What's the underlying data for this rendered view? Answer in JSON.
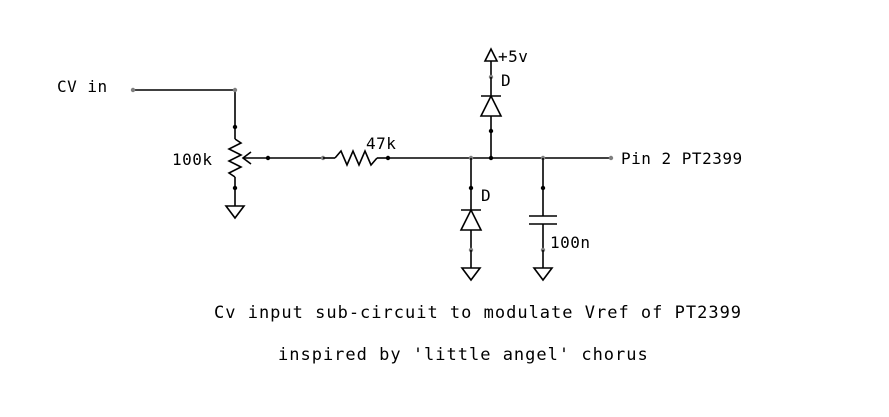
{
  "labels": {
    "cv_in": "CV in",
    "pot": "100k",
    "resistor": "47k",
    "supply": "+5v",
    "diode_top": "D",
    "diode_bottom": "D",
    "capacitor": "100n",
    "output": "Pin 2 PT2399"
  },
  "caption": {
    "line1": "Cv input sub-circuit to modulate Vref of PT2399",
    "line2": "inspired by 'little angel' chorus"
  },
  "colors": {
    "ink": "#000000",
    "node": "#808080",
    "background": "#ffffff"
  }
}
